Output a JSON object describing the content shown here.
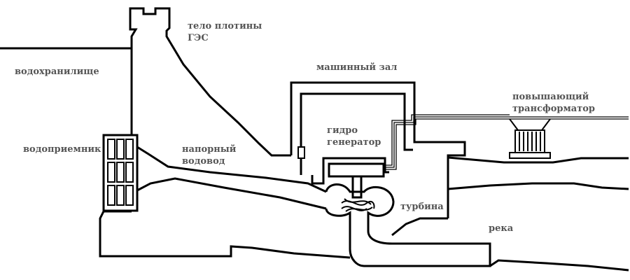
{
  "labels": {
    "dam_body": [
      "тело плотины",
      "ГЭС"
    ],
    "reservoir": "водохранилище",
    "machine_hall": "машинный зал",
    "transformer": [
      "повышающий",
      "трансформатор"
    ],
    "generator": [
      "гидро",
      "генератор"
    ],
    "water_intake": "водоприемник",
    "penstock": [
      "напорный",
      "водовод"
    ],
    "turbine": "турбина",
    "river": "река"
  },
  "colors": {
    "line": "#000000",
    "label": "#555555",
    "background": "#ffffff"
  }
}
